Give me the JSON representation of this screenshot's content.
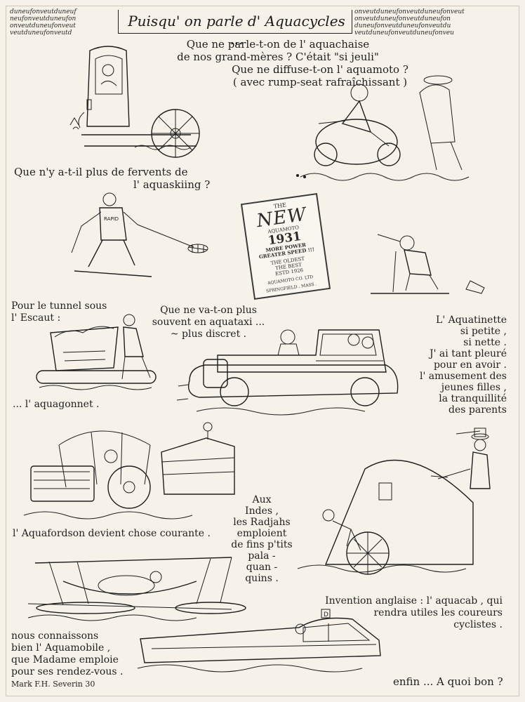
{
  "header": {
    "left_pattern": [
      "duneufonveutduneuf",
      "neufonveutduneufon",
      "onveutduneufonveut",
      "veutduneufonveutd"
    ],
    "title": "Puisqu' on parle d' Aquacycles ...",
    "right_pattern": [
      "onveutduneufonveutduneufonveut",
      "onveutduneufonveutduneufon",
      "duneufonveutduneufonveutdu",
      "veutduneufonveutduneufonveu"
    ]
  },
  "captions": {
    "aquachaise": [
      "Que ne parle-t-on de l' aquachaise",
      "de nos grand-mères ?  C'était \"si jeuli\" ..."
    ],
    "aquamoto": [
      "Que ne diffuse-t-on l' aquamoto ?",
      "( avec rump-seat rafraîchissant )"
    ],
    "aquaskiing": [
      "Que n'y a-t-il plus de fervents de",
      "l' aquaskiing ?"
    ],
    "tunnel": [
      "Pour le tunnel sous",
      "l' Escaut :"
    ],
    "aquataxi": [
      "Que ne va-t-on plus",
      "souvent en aquataxi ...",
      "~ plus discret ."
    ],
    "aquatinette": [
      "L' Aquatinette",
      "si petite ,",
      "si nette .",
      "J' ai tant pleuré",
      "pour en avoir .",
      "l' amusement des",
      "jeunes filles ,",
      "la tranquillité",
      "des parents"
    ],
    "aquagonnet": "... l' aquagonnet .",
    "aquafordson": "l' Aquafordson devient chose courante .",
    "radjahs": [
      "Aux",
      "Indes ,",
      "les Radjahs",
      "emploient",
      "de fins p'tits",
      "pala -",
      "quan -",
      "quins ."
    ],
    "aquacab": [
      "Invention anglaise : l' aquacab , qui",
      "rendra utiles les coureurs",
      "cyclistes ."
    ],
    "aquamobile": [
      "nous connaissons",
      "bien l' Aquamobile ,",
      "que Madame emploie",
      "pour ses rendez-vous ."
    ],
    "ending": "enfin ... A quoi bon ?",
    "signature": "Mark F.H. Severin 30",
    "skier_sweater": "RAPID",
    "taxi_plate": "D"
  },
  "poster": {
    "line1": "THE",
    "line2": "NEW",
    "line3": "AQUAMOTO",
    "year": "1931",
    "power1": "MORE POWER",
    "power2": "GREATER SPEED !!!",
    "oldest": "THE OLDEST",
    "best": "THE BEST",
    "estd": "ESTD 1926",
    "maker": "AQUAMOTO CO. LTD",
    "city": "SPRINGFIELD . MASS ."
  }
}
